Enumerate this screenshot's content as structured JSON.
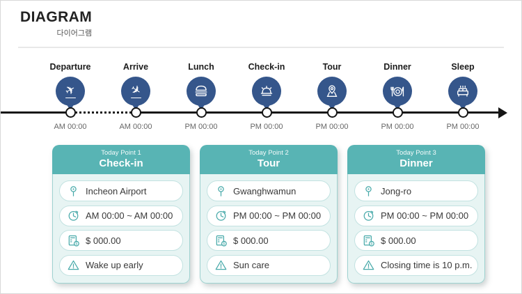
{
  "header": {
    "title": "DIAGRAM",
    "subtitle": "다이어그램"
  },
  "timeline": {
    "stops": [
      {
        "label": "Departure",
        "time": "AM 00:00",
        "icon": "plane-takeoff-icon"
      },
      {
        "label": "Arrive",
        "time": "AM 00:00",
        "icon": "plane-landing-icon"
      },
      {
        "label": "Lunch",
        "time": "PM 00:00",
        "icon": "burger-icon"
      },
      {
        "label": "Check-in",
        "time": "PM 00:00",
        "icon": "service-bell-icon"
      },
      {
        "label": "Tour",
        "time": "PM 00:00",
        "icon": "map-pin-icon"
      },
      {
        "label": "Dinner",
        "time": "PM 00:00",
        "icon": "dinner-plate-icon"
      },
      {
        "label": "Sleep",
        "time": "PM 00:00",
        "icon": "bed-icon"
      }
    ]
  },
  "cards": [
    {
      "tag": "Today Point 1",
      "title": "Check-in",
      "rows": [
        {
          "icon": "location-pin-icon",
          "text": "Incheon Airport"
        },
        {
          "icon": "clock-icon",
          "text": "AM 00:00 ~ AM 00:00"
        },
        {
          "icon": "expense-icon",
          "text": "$ 000.00"
        },
        {
          "icon": "warning-icon",
          "text": "Wake up early"
        }
      ]
    },
    {
      "tag": "Today Point 2",
      "title": "Tour",
      "rows": [
        {
          "icon": "location-pin-icon",
          "text": "Gwanghwamun"
        },
        {
          "icon": "clock-icon",
          "text": "PM 00:00 ~ PM 00:00"
        },
        {
          "icon": "expense-icon",
          "text": "$ 000.00"
        },
        {
          "icon": "warning-icon",
          "text": "Sun care"
        }
      ]
    },
    {
      "tag": "Today Point 3",
      "title": "Dinner",
      "rows": [
        {
          "icon": "location-pin-icon",
          "text": "Jong-ro"
        },
        {
          "icon": "clock-icon",
          "text": "PM 00:00 ~ PM 00:00"
        },
        {
          "icon": "expense-icon",
          "text": "$ 000.00"
        },
        {
          "icon": "warning-icon",
          "text": "Closing time is 10 p.m."
        }
      ]
    }
  ],
  "colors": {
    "accent_blue": "#35568b",
    "accent_teal": "#58b4b4",
    "card_body_bg": "#e7f4f3",
    "timeline_black": "#151515"
  }
}
